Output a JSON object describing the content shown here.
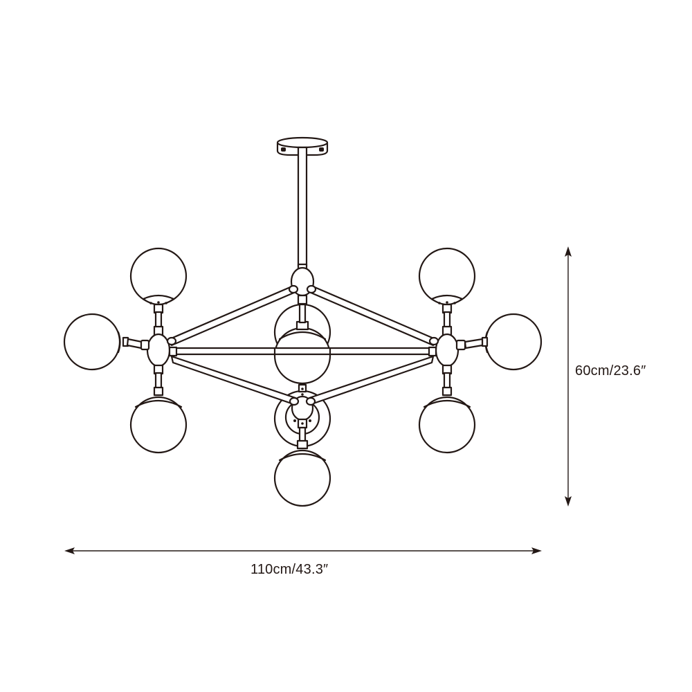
{
  "diagram": {
    "subject": "Molecular glass-globe chandelier",
    "view": "front elevation line drawing",
    "globe_count": 10,
    "line_color": "#231815",
    "background_color": "#ffffff"
  },
  "dimensions": {
    "height": {
      "label": "60cm/23.6″",
      "value_cm": 60,
      "value_in": 23.6,
      "orientation": "vertical"
    },
    "width": {
      "label": "110cm/43.3″",
      "value_cm": 110,
      "value_in": 43.3,
      "orientation": "horizontal"
    }
  }
}
